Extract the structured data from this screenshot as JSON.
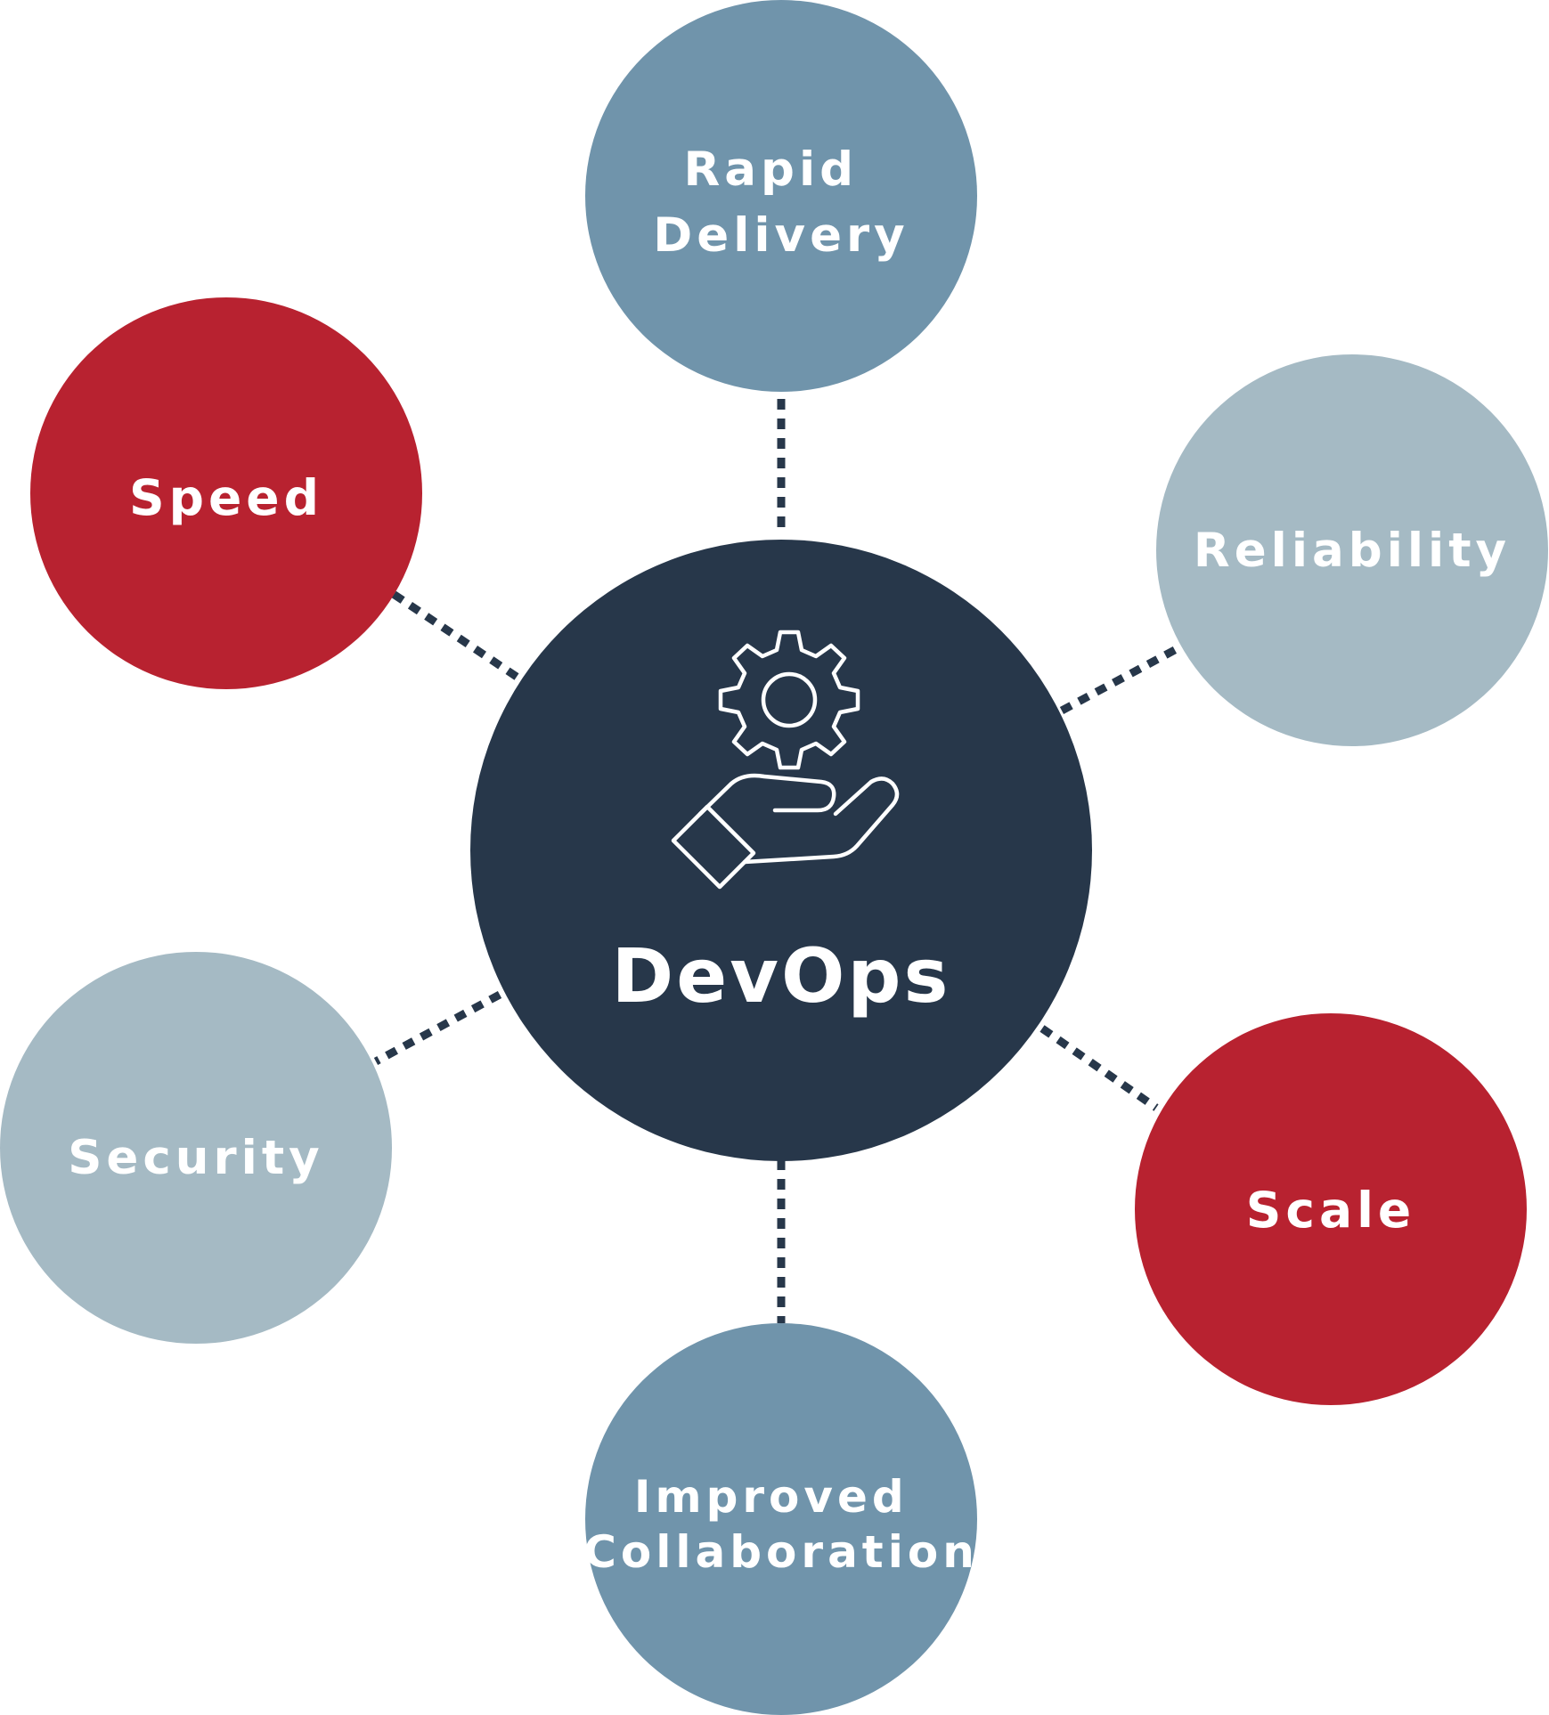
{
  "hub": {
    "label": "DevOps",
    "color": "#27374a",
    "icons": [
      "gear-icon",
      "hand-icon"
    ]
  },
  "benefits": [
    {
      "id": "rapid-delivery",
      "lines": [
        "Rapid",
        "Delivery"
      ],
      "color": "#7094ab"
    },
    {
      "id": "reliability",
      "lines": [
        "Reliability"
      ],
      "color": "#a5bac4"
    },
    {
      "id": "scale",
      "lines": [
        "Scale"
      ],
      "color": "#b82230"
    },
    {
      "id": "improved-collaboration",
      "lines": [
        "Improved",
        "Collaboration"
      ],
      "color": "#7094ab"
    },
    {
      "id": "security",
      "lines": [
        "Security"
      ],
      "color": "#a5bac4"
    },
    {
      "id": "speed",
      "lines": [
        "Speed"
      ],
      "color": "#b82230"
    }
  ]
}
